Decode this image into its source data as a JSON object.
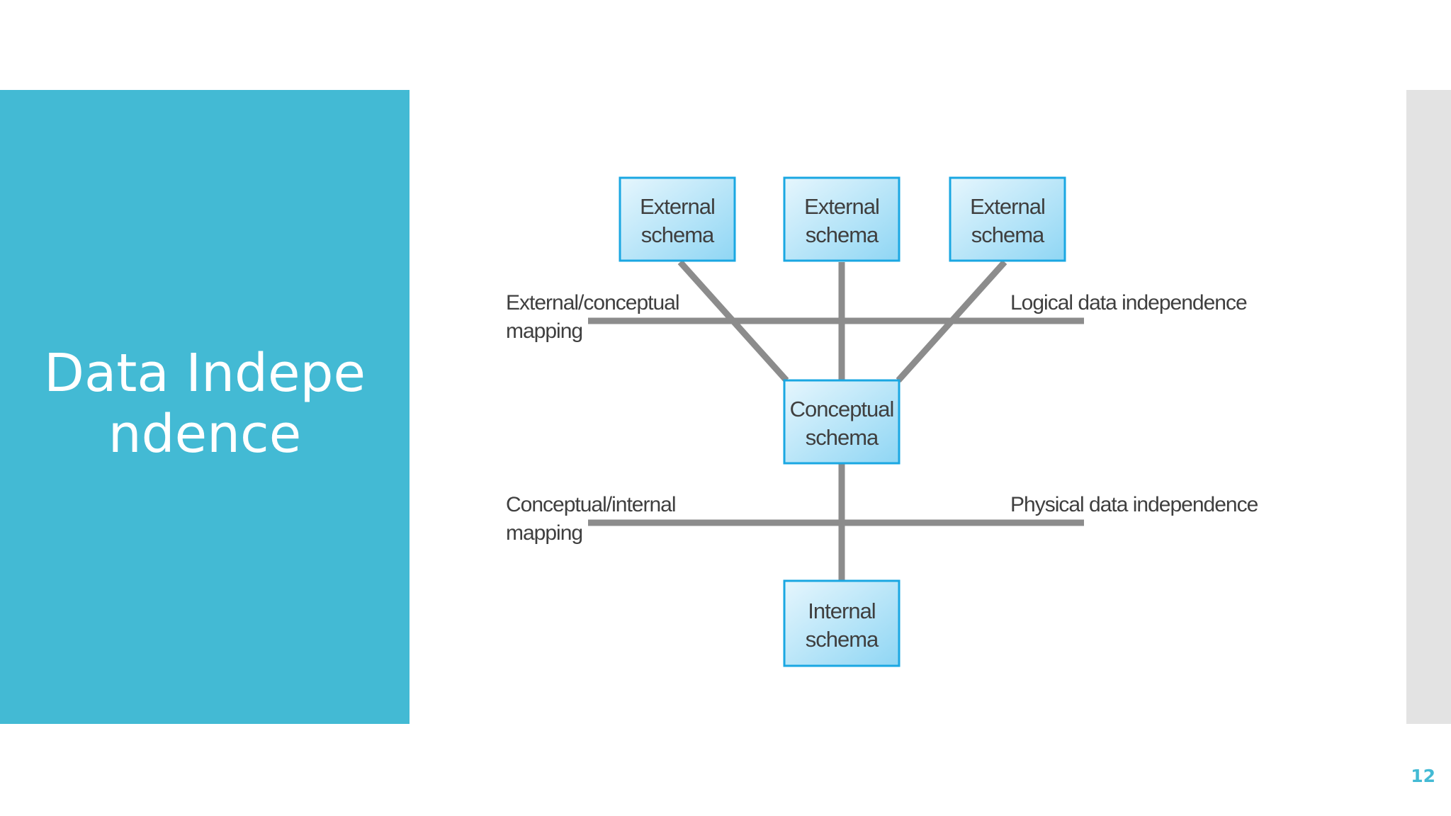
{
  "slide": {
    "title": "Data Independence",
    "page_number": "12"
  },
  "colors": {
    "accent": "#43bad4",
    "side_strip": "#e3e3e3",
    "box_fill_light": "#e6f6fd",
    "box_fill_dark": "#8fd6f4",
    "box_border": "#1aa7e2",
    "connector": "#8c8c8c",
    "label_text": "#3f3f3f"
  },
  "diagram": {
    "external_schemas": [
      {
        "line1": "External",
        "line2": "schema"
      },
      {
        "line1": "External",
        "line2": "schema"
      },
      {
        "line1": "External",
        "line2": "schema"
      }
    ],
    "conceptual_schema": {
      "line1": "Conceptual",
      "line2": "schema"
    },
    "internal_schema": {
      "line1": "Internal",
      "line2": "schema"
    },
    "external_conceptual_mapping": {
      "line1": "External/conceptual",
      "line2": "mapping"
    },
    "conceptual_internal_mapping": {
      "line1": "Conceptual/internal",
      "line2": "mapping"
    },
    "logical_independence": "Logical data independence",
    "physical_independence": "Physical data independence"
  }
}
